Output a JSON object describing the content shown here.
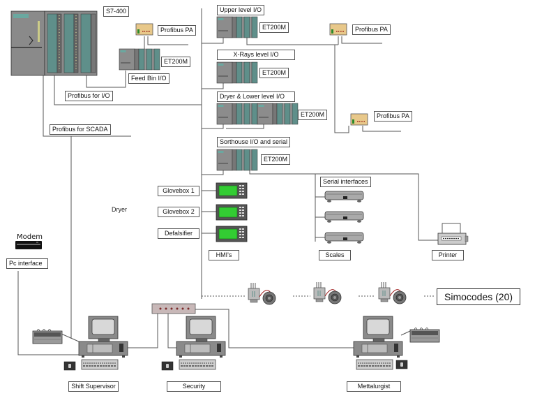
{
  "diagram": {
    "title": "Plant control network topology",
    "colors": {
      "line": "#555555",
      "device_grey": "#8c8c8c",
      "module_teal": "#5f8f8a",
      "hmi_screen": "#33cc33",
      "pa_coupler": "#e8c88a"
    },
    "plc": {
      "label": "S7-400",
      "bus_io_label": "Profibus for I/O",
      "bus_scada_label": "Profibus for SCADA"
    },
    "feed_bin": {
      "device_label": "ET200M",
      "label": "Feed Bin I/O",
      "pa_label": "Profibus PA"
    },
    "io_stations": [
      {
        "title": "Upper level I/O",
        "device_label": "ET200M"
      },
      {
        "title": "X-Rays level I/O",
        "device_label": "ET200M"
      },
      {
        "title": "Dryer & Lower level I/O",
        "device_label": "ET200M"
      },
      {
        "title": "Sorthouse I/O and serial",
        "device_label": "ET200M"
      }
    ],
    "pa_couplers": [
      {
        "label": "Profibus PA"
      },
      {
        "label": "Profibus PA"
      }
    ],
    "hmis": {
      "group_label": "HMI's",
      "items": [
        {
          "label": "Glovebox 1"
        },
        {
          "label": "Glovebox 2"
        },
        {
          "label": "Defalsifier"
        }
      ]
    },
    "area_label": "Dryer",
    "serial": {
      "group_label": "Serial interfaces",
      "scales_label": "Scales",
      "printer_label": "Printer"
    },
    "modem": {
      "label": "Modem",
      "interface_label": "Pc interface"
    },
    "simocodes": {
      "label": "Simocodes (20)",
      "count": 20
    },
    "workstations": [
      {
        "label": "Shift Supervisor"
      },
      {
        "label": "Security"
      },
      {
        "label": "Mettalurgist"
      }
    ]
  }
}
